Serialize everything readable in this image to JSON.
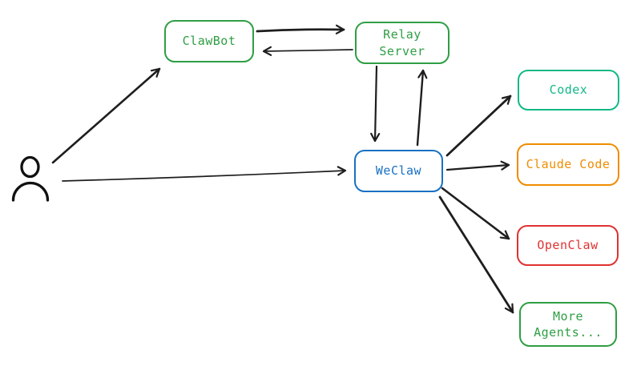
{
  "app": {
    "background_color": "#ffffff",
    "arrow_color": "#1e1e1e"
  },
  "diagram": {
    "type": "flow",
    "user": {
      "icon": "person-icon"
    },
    "nodes": {
      "clawbot": {
        "label": "ClawBot",
        "color": "#2f9e44"
      },
      "relay_server": {
        "label": "Relay Server",
        "color": "#2f9e44"
      },
      "weclaw": {
        "label": "WeClaw",
        "color": "#1971c2"
      },
      "codex": {
        "label": "Codex",
        "color": "#12b886"
      },
      "claude_code": {
        "label": "Claude Code",
        "color": "#f08c00"
      },
      "openclaw": {
        "label": "OpenClaw",
        "color": "#e03131"
      },
      "more_agents": {
        "label_line1": "More",
        "label_line2": "Agents...",
        "color": "#2f9e44"
      }
    },
    "edges": [
      {
        "from": "user",
        "to": "clawbot"
      },
      {
        "from": "user",
        "to": "weclaw"
      },
      {
        "from": "clawbot",
        "to": "relay_server"
      },
      {
        "from": "relay_server",
        "to": "clawbot"
      },
      {
        "from": "relay_server",
        "to": "weclaw"
      },
      {
        "from": "weclaw",
        "to": "relay_server"
      },
      {
        "from": "weclaw",
        "to": "codex"
      },
      {
        "from": "weclaw",
        "to": "claude_code"
      },
      {
        "from": "weclaw",
        "to": "openclaw"
      },
      {
        "from": "weclaw",
        "to": "more_agents"
      }
    ]
  }
}
